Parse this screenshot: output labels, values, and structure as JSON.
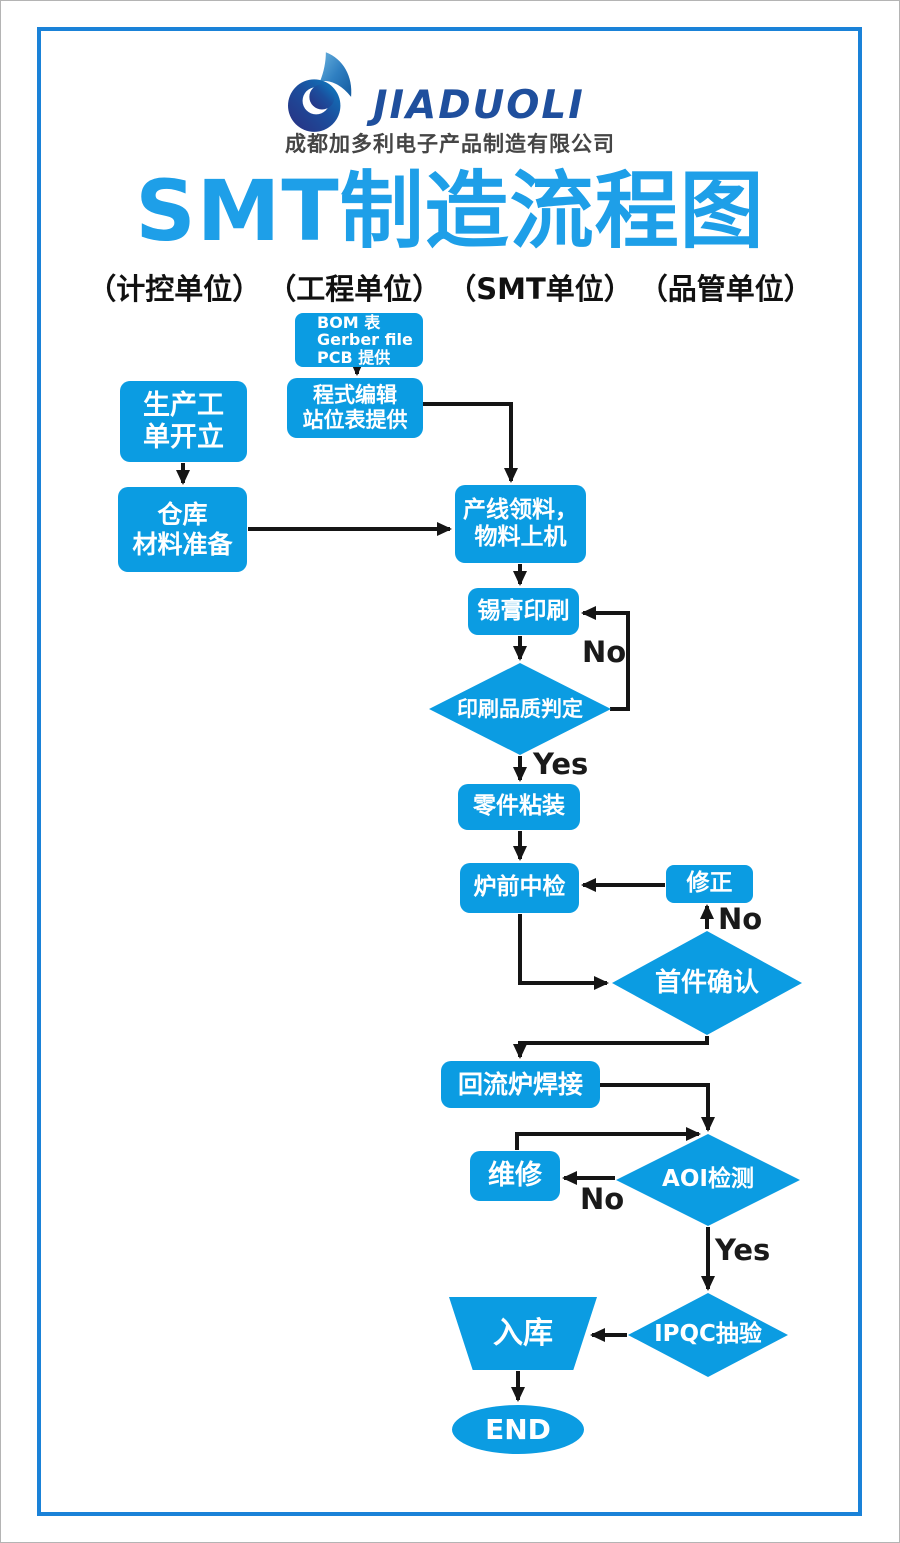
{
  "header": {
    "logo_text": "JIADUOLI",
    "company": "成都加多利电子产品制造有限公司",
    "title": "SMT制造流程图",
    "units": [
      "（计控单位）",
      "（工程单位）",
      "（SMT单位）",
      "（品管单位）"
    ]
  },
  "nodes": {
    "bom": "BOM 表\nGerber file\nPCB 提供",
    "program": "程式编辑\n站位表提供",
    "work_order": "生产工\n单开立",
    "warehouse": "仓库\n材料准备",
    "line_loading": "产线领料，\n物料上机",
    "solder_print": "锡膏印刷",
    "print_check": "印刷品质判定",
    "mount": "零件粘装",
    "pre_oven_check": "炉前中检",
    "fix": "修正",
    "first_article": "首件确认",
    "reflow": "回流炉焊接",
    "repair": "维修",
    "aoi": "AOI检测",
    "ipqc": "IPQC抽验",
    "stock_in": "入库",
    "end": "END"
  },
  "labels": {
    "print_check_no": "No",
    "print_check_yes": "Yes",
    "first_article_no": "No",
    "aoi_no": "No",
    "aoi_yes": "Yes"
  },
  "colors": {
    "node_blue": "#0b9ce2",
    "title_blue": "#1e9fe8",
    "frame_blue": "#1a82d8",
    "logo_navy": "#1f4f9d",
    "arrow_black": "#151515"
  }
}
